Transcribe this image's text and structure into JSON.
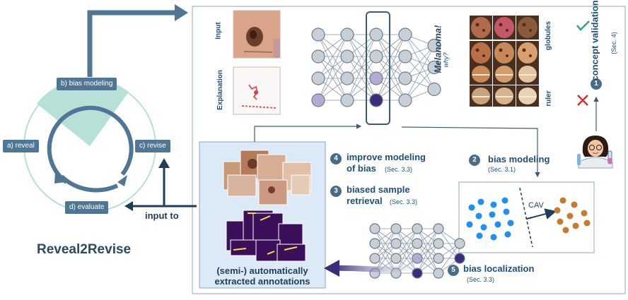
{
  "title": "Reveal2Revise",
  "cycle": {
    "tags": {
      "reveal": "a) reveal",
      "bias_modeling": "b) bias modeling",
      "revise": "c) revise",
      "evaluate": "d) evaluate"
    }
  },
  "model_top": {
    "input_label": "Input",
    "explanation_label": "Explanation",
    "prediction": "Melanoma!",
    "prediction_sub": "why?"
  },
  "concept_validation": {
    "number": "1",
    "label": "concept validation",
    "section": "(Sec. 4)",
    "concepts": [
      {
        "name": "globules",
        "verdict": "✓"
      },
      {
        "name": "ruler",
        "verdict": "✗"
      }
    ]
  },
  "steps": {
    "bias_modeling": {
      "number": "2",
      "label": "bias modeling",
      "section": "(Sec. 3.1)"
    },
    "biased_retrieval": {
      "number": "3",
      "label_line1": "biased sample",
      "label_line2": "retrieval",
      "section": "(Sec. 3.3)"
    },
    "improve_modeling": {
      "number": "4",
      "label_line1": "improve modeling",
      "label_line2": "of bias",
      "section": "(Sec. 3.3)"
    },
    "bias_localization": {
      "number": "5",
      "label": "bias localization",
      "section": "(Sec. 3.3)"
    }
  },
  "cav_label": "CAV",
  "input_to_label": "input to",
  "annotations_label_line1": "(semi-) automatically",
  "annotations_label_line2": "extracted annotations",
  "colors": {
    "accent": "#4f7694",
    "dark": "#1f3d57",
    "panel_fill": "#dce9f7",
    "ring_fill": "#b7e0d8",
    "node": "#c7d0d8",
    "node_purple": "#b7a9d6",
    "node_dark": "#3b2d7c",
    "dot_blue": "#1f8ff0",
    "dot_orange": "#c87a33",
    "check": "#2aa876",
    "cross": "#d83030"
  }
}
